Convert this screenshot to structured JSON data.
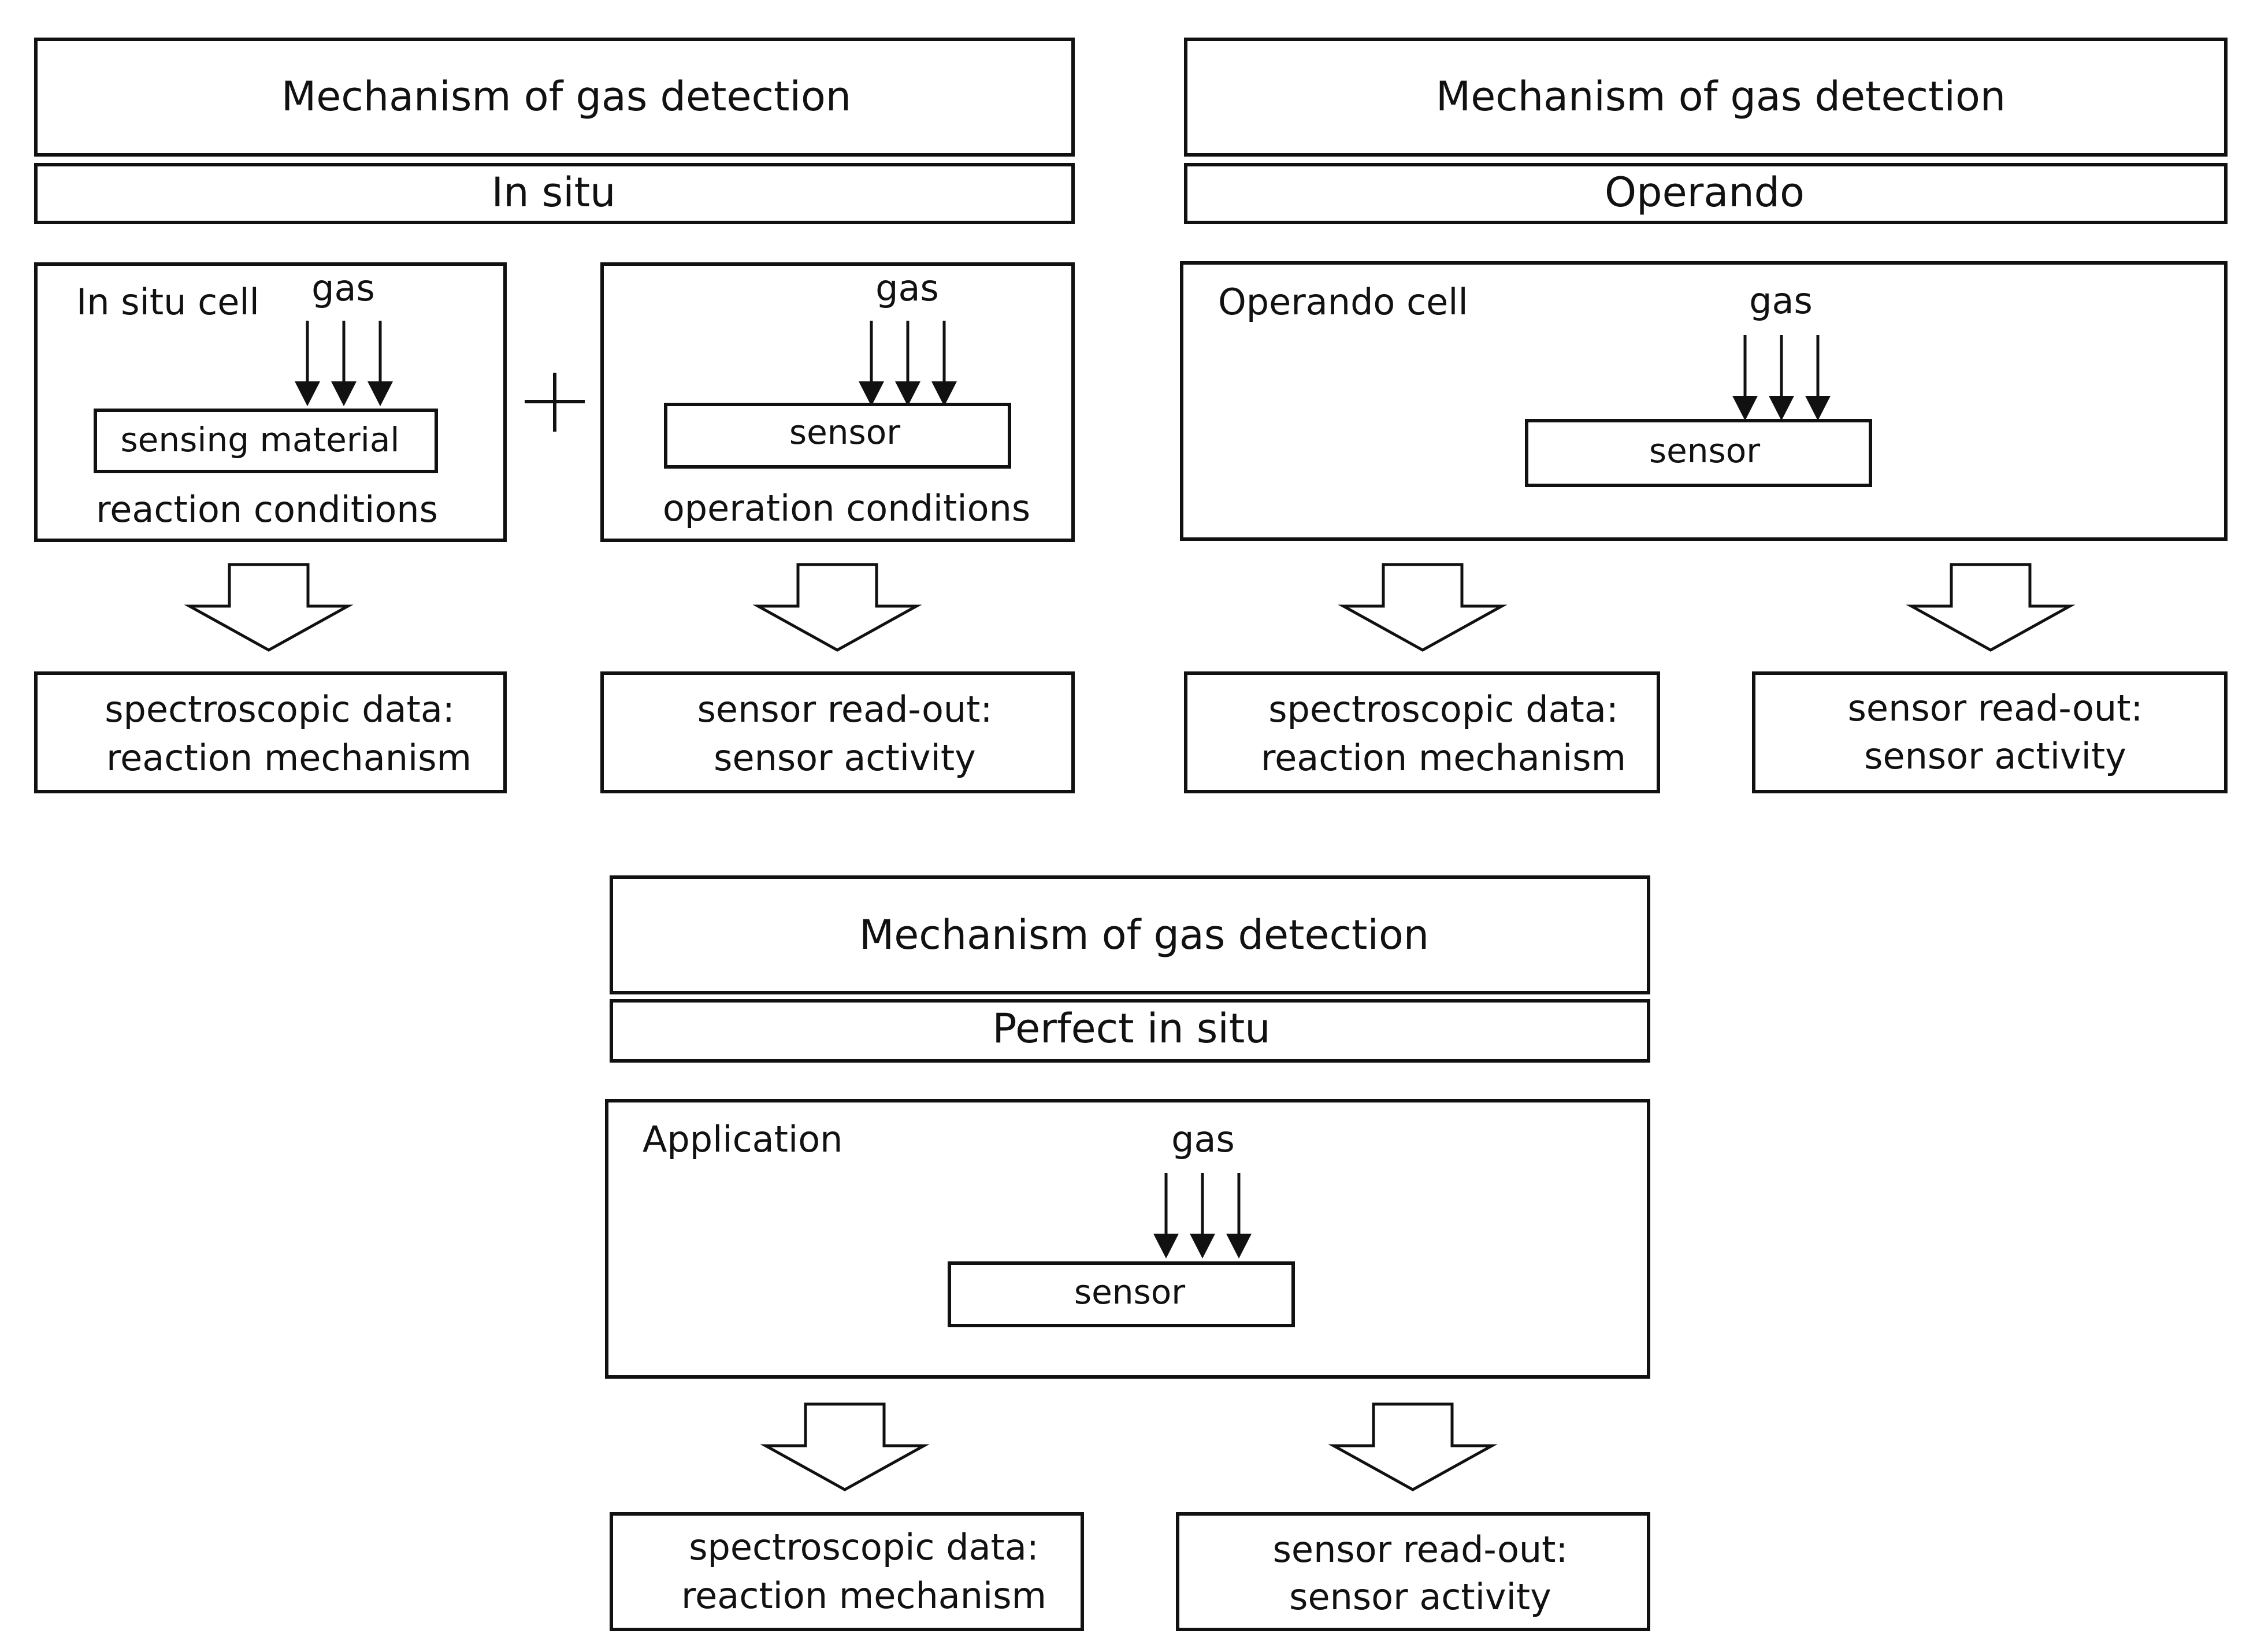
{
  "sections": {
    "in_situ": {
      "header": "Mechanism of gas detection",
      "subheader": "In situ",
      "cell_label": "In situ cell",
      "gas_label": "gas",
      "material_label": "sensing material",
      "reaction_conditions": "reaction conditions",
      "plus_sign": "+",
      "sensor_gas_label": "gas",
      "sensor_label": "sensor",
      "operation_conditions": "operation conditions",
      "output_left": {
        "line1": "spectroscopic data:",
        "line2": "reaction mechanism"
      },
      "output_right": {
        "line1": "sensor read-out:",
        "line2": "sensor activity"
      }
    },
    "operando": {
      "header": "Mechanism of gas detection",
      "subheader": "Operando",
      "cell_label": "Operando cell",
      "gas_label": "gas",
      "sensor_label": "sensor",
      "output_left": {
        "line1": "spectroscopic data:",
        "line2": "reaction mechanism"
      },
      "output_right": {
        "line1": "sensor read-out:",
        "line2": "sensor activity"
      }
    },
    "perfect_in_situ": {
      "header": "Mechanism of gas detection",
      "subheader": "Perfect in situ",
      "cell_label": "Application",
      "gas_label": "gas",
      "sensor_label": "sensor",
      "output_left": {
        "line1": "spectroscopic data:",
        "line2": "reaction mechanism"
      },
      "output_right": {
        "line1": "sensor read-out:",
        "line2": "sensor activity"
      }
    }
  }
}
